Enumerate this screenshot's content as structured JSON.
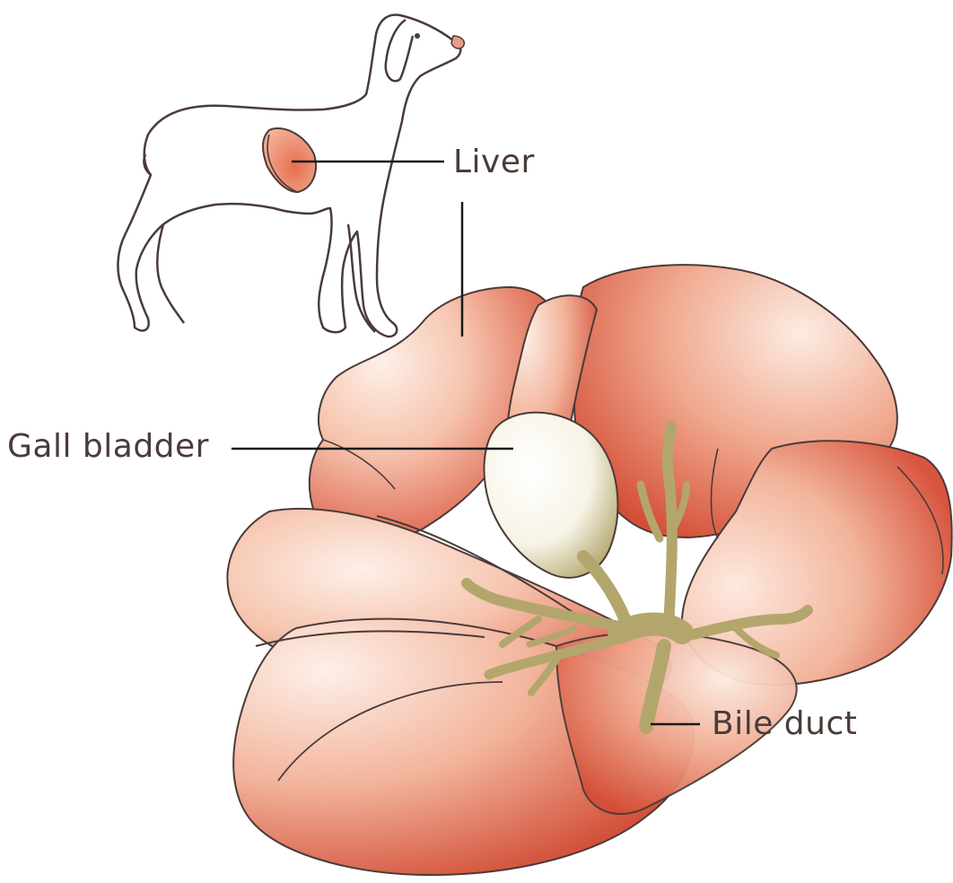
{
  "diagram": {
    "labels": {
      "liver": "Liver",
      "gall_bladder": "Gall bladder",
      "bile_duct": "Bile duct"
    },
    "colors": {
      "outline": "#4a3b39",
      "liver_deep": "#d9563f",
      "liver_light": "#fbe7dc",
      "gall_bladder": "#fdfcf5",
      "duct": "#b3a66d",
      "leader_line": "#1a1a1a"
    }
  }
}
